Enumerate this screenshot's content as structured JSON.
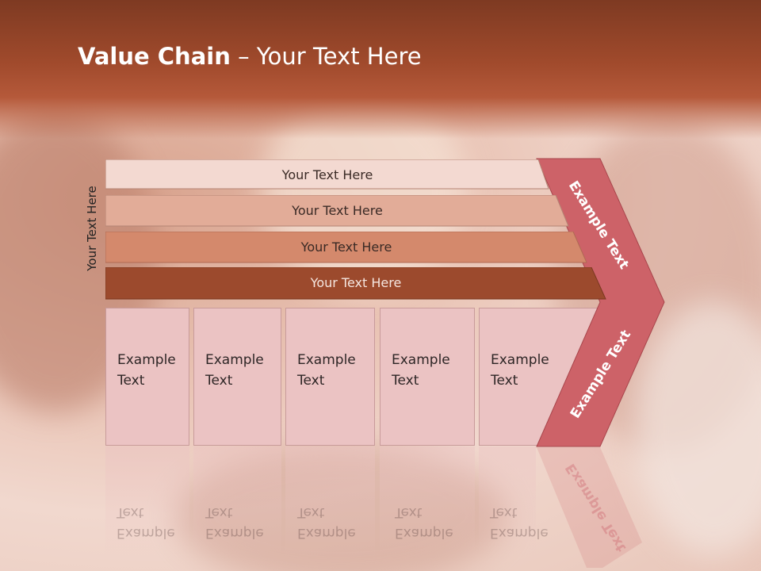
{
  "slide": {
    "title_bold": "Value Chain",
    "title_rest": " – Your Text Here",
    "side_label": "Your Text Here"
  },
  "rows": [
    {
      "label": "Your Text Here",
      "color": "#f3d9d1"
    },
    {
      "label": "Your Text Here",
      "color": "#e2ac98"
    },
    {
      "label": "Your Text Here",
      "color": "#d4896c"
    },
    {
      "label": "Your Text Here",
      "color": "#9c4a2d"
    }
  ],
  "boxes": [
    {
      "line1": "Example",
      "line2": "Text"
    },
    {
      "line1": "Example",
      "line2": "Text"
    },
    {
      "line1": "Example",
      "line2": "Text"
    },
    {
      "line1": "Example",
      "line2": "Text"
    },
    {
      "line1": "Example",
      "line2": "Text"
    }
  ],
  "chevron": {
    "top_label": "Example Text",
    "bottom_label": "Example Text",
    "color": "#cd6268"
  }
}
